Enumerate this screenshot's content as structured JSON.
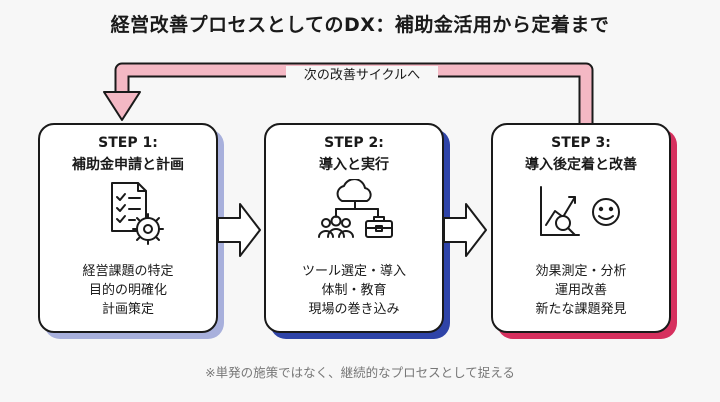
{
  "title": "経営改善プロセスとしてのDX：補助金活用から定着まで",
  "loop_label": "次の改善サイクルへ",
  "steps": [
    {
      "step": "STEP 1:",
      "subtitle": "補助金申請と計画",
      "lines": [
        "経営課題の特定",
        "目的の明確化",
        "計画策定"
      ],
      "icon": "document-gear-icon",
      "shadow_color": "#a8b0dc"
    },
    {
      "step": "STEP 2:",
      "subtitle": "導入と実行",
      "lines": [
        "ツール選定・導入",
        "体制・教育",
        "現場の巻き込み"
      ],
      "icon": "cloud-team-toolbox-icon",
      "shadow_color": "#2f44a8"
    },
    {
      "step": "STEP 3:",
      "subtitle": "導入後定着と改善",
      "lines": [
        "効果測定・分析",
        "運用改善",
        "新たな課題発見"
      ],
      "icon": "chart-smile-icon",
      "shadow_color": "#d6305e"
    }
  ],
  "footnote": "※単発の施策ではなく、継続的なプロセスとして捉える",
  "colors": {
    "loop_arrow": "#f4b8c4",
    "arrow_fill": "#ffffff",
    "stroke": "#1a1a1a"
  }
}
